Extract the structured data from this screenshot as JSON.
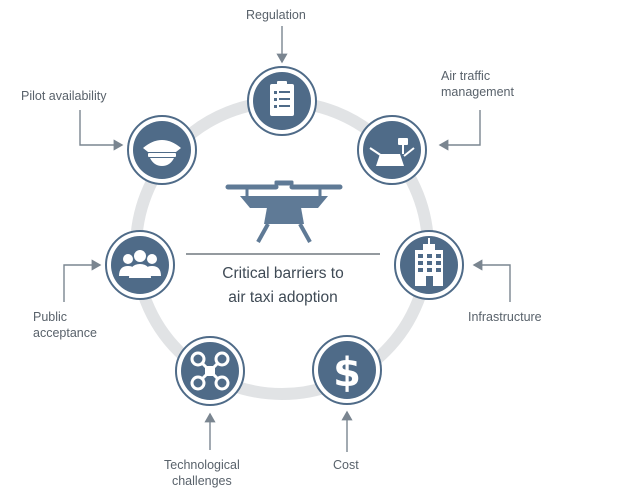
{
  "center": {
    "line1": "Critical barriers to",
    "line2": "air taxi adoption"
  },
  "barriers": [
    {
      "id": "regulation",
      "label": "Regulation",
      "icon": "clipboard-checklist-icon"
    },
    {
      "id": "air-traffic",
      "label_lines": [
        "Air traffic",
        "management"
      ],
      "icon": "control-tower-console-icon"
    },
    {
      "id": "infrastructure",
      "label": "Infrastructure",
      "icon": "building-icon"
    },
    {
      "id": "cost",
      "label": "Cost",
      "icon": "dollar-icon"
    },
    {
      "id": "technological",
      "label_lines": [
        "Technological",
        "challenges"
      ],
      "icon": "drone-icon"
    },
    {
      "id": "public",
      "label_lines": [
        "Public",
        "acceptance"
      ],
      "icon": "people-icon"
    },
    {
      "id": "pilot",
      "label": "Pilot availability",
      "icon": "pilot-cap-icon"
    }
  ],
  "colors": {
    "ring": "#e1e3e5",
    "node_fill": "#4f6b88",
    "node_border": "#ffffff",
    "node_outer": "#4f6b88",
    "arrow": "#7a8590",
    "aircraft": "#5f7a96"
  }
}
